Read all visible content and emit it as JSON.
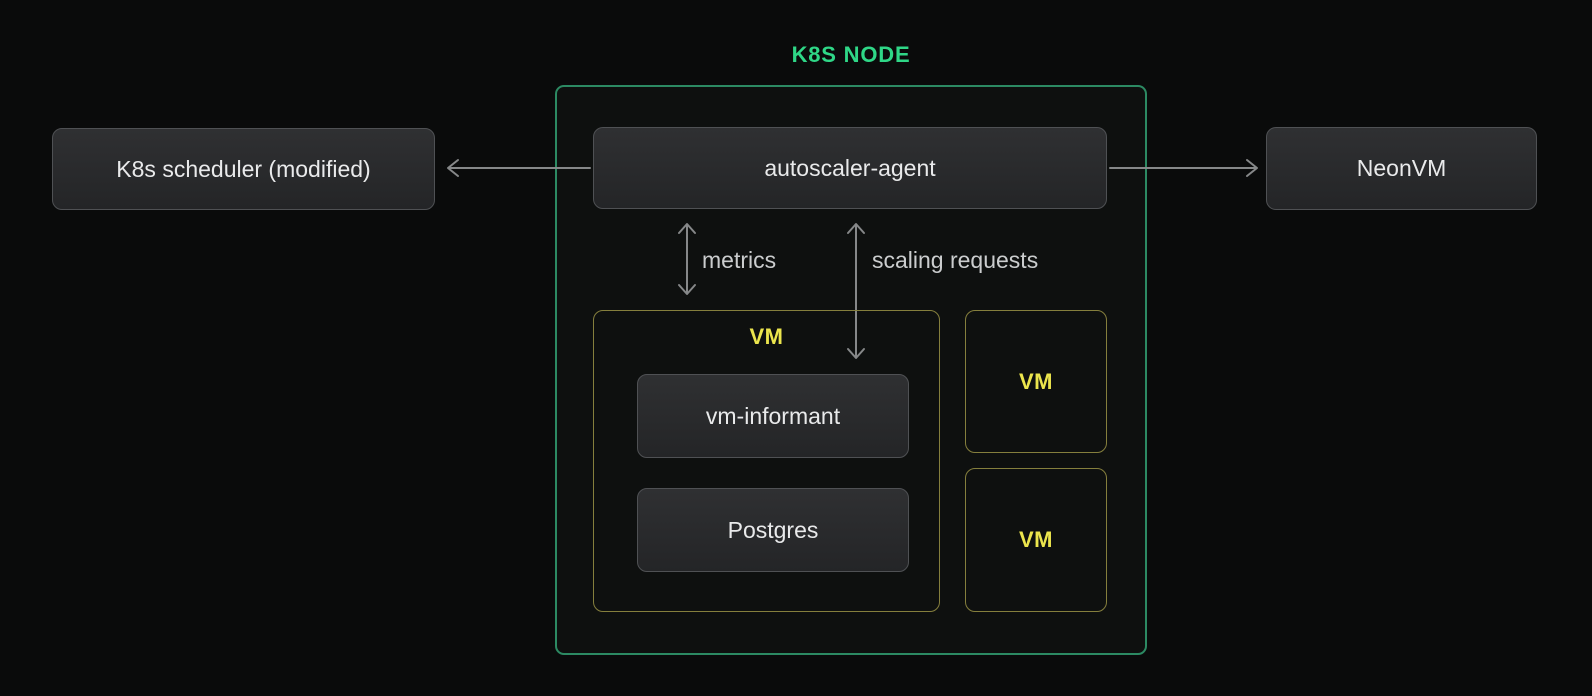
{
  "title": "K8S NODE",
  "nodes": {
    "scheduler": {
      "label": "K8s scheduler (modified)"
    },
    "autoscaler": {
      "label": "autoscaler-agent"
    },
    "neonvm": {
      "label": "NeonVM"
    },
    "main_vm": {
      "label": "VM"
    },
    "vm_informant": {
      "label": "vm-informant"
    },
    "postgres": {
      "label": "Postgres"
    },
    "vm_small_1": {
      "label": "VM"
    },
    "vm_small_2": {
      "label": "VM"
    }
  },
  "edges": {
    "metrics": {
      "label": "metrics"
    },
    "scaling": {
      "label": "scaling requests"
    }
  },
  "colors": {
    "background": "#0a0b0b",
    "panel_bg": "#0e100f",
    "green_accent": "#2fd787",
    "green_border": "#2c8a63",
    "yellow_border": "#857f3d",
    "yellow_text": "#ebe54d",
    "arrow_gray": "#868889",
    "box_text": "#e9eaeb",
    "edge_label": "#cbcdce"
  }
}
